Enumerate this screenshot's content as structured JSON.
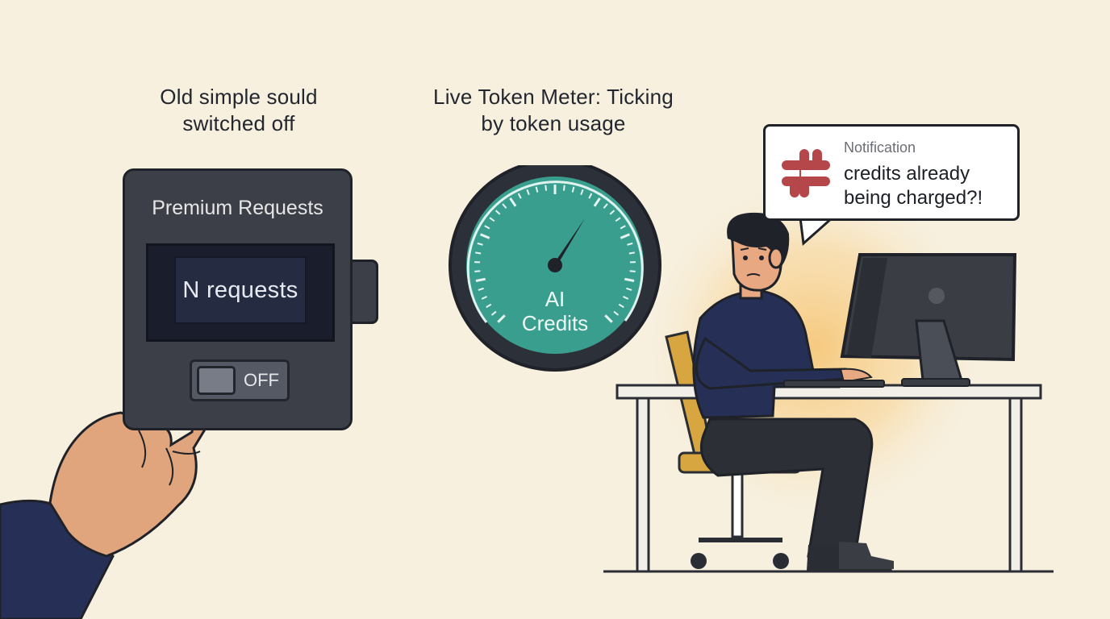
{
  "captions": {
    "old": "Old simple sould switched off",
    "meter": "Live Token Meter: Ticking by token usage"
  },
  "device": {
    "title": "Premium Requests",
    "display": "N requests",
    "toggle_label": "OFF"
  },
  "gauge": {
    "label_line1": "AI",
    "label_line2": "Credits"
  },
  "notification": {
    "label": "Notification",
    "message": "credits already being charged?!",
    "app_icon": "slack-icon"
  },
  "colors": {
    "background": "#f7f0df",
    "device_body": "#3c3f47",
    "gauge_face": "#3a9e8f",
    "slack_red": "#b5474a",
    "chair": "#d8a640",
    "glow": "#f6c77a"
  }
}
